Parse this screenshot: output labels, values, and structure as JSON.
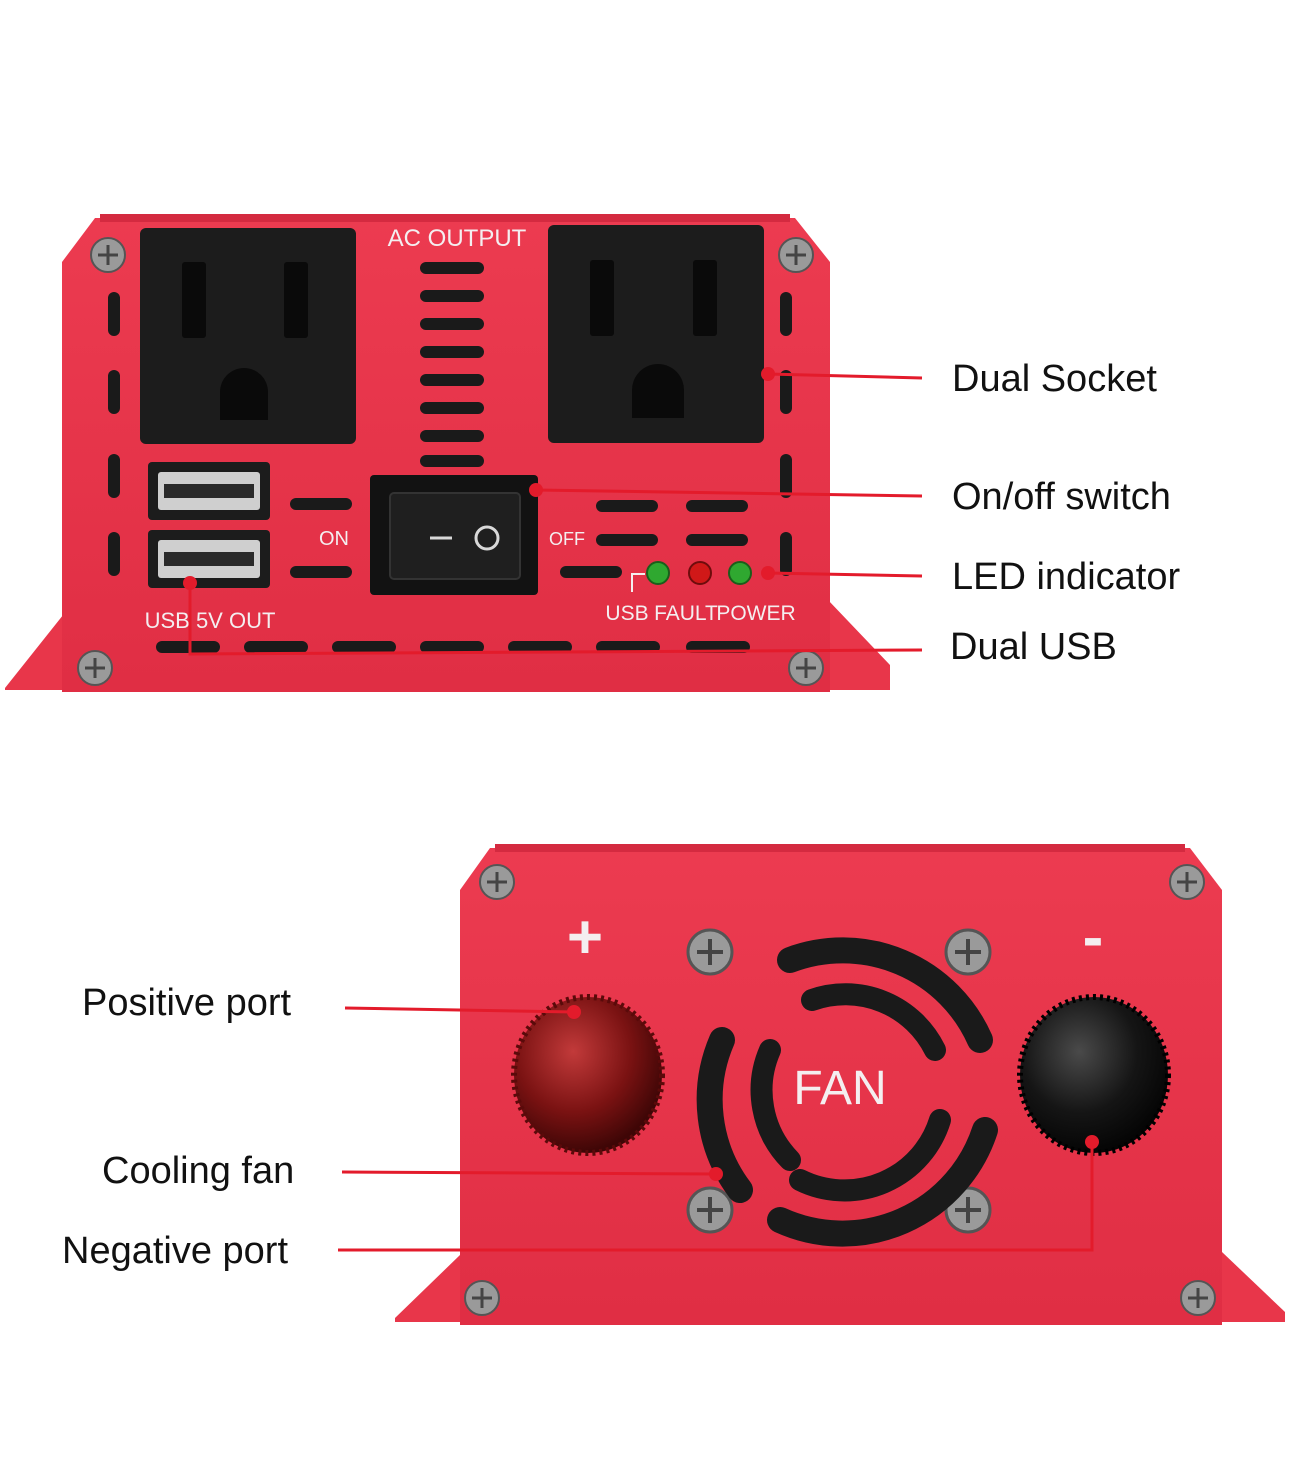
{
  "colors": {
    "housing": "#e8364a",
    "housing_dark": "#b81f33",
    "housing_light": "#f0556a",
    "outlet": "#1c1c1c",
    "slot": "#1a1a1a",
    "leader_line": "#e31b2b",
    "led_green": "#2fa830",
    "led_red": "#d01818",
    "background": "#ffffff"
  },
  "front_panel": {
    "ac_output_label": "AC OUTPUT",
    "switch_on_label": "ON",
    "switch_off_label": "OFF",
    "switch_symbols": "— O",
    "usb_label": "USB 5V OUT",
    "led_labels": [
      "USB",
      "FAULT",
      "POWER"
    ],
    "led_colors": [
      "green",
      "red",
      "green"
    ]
  },
  "back_panel": {
    "positive_symbol": "+",
    "negative_symbol": "-",
    "fan_label": "FAN"
  },
  "callouts": {
    "dual_socket": "Dual Socket",
    "onoff_switch": "On/off switch",
    "led_indicator": "LED indicator",
    "dual_usb": "Dual USB",
    "positive_port": "Positive port",
    "cooling_fan": "Cooling fan",
    "negative_port": "Negative port"
  }
}
